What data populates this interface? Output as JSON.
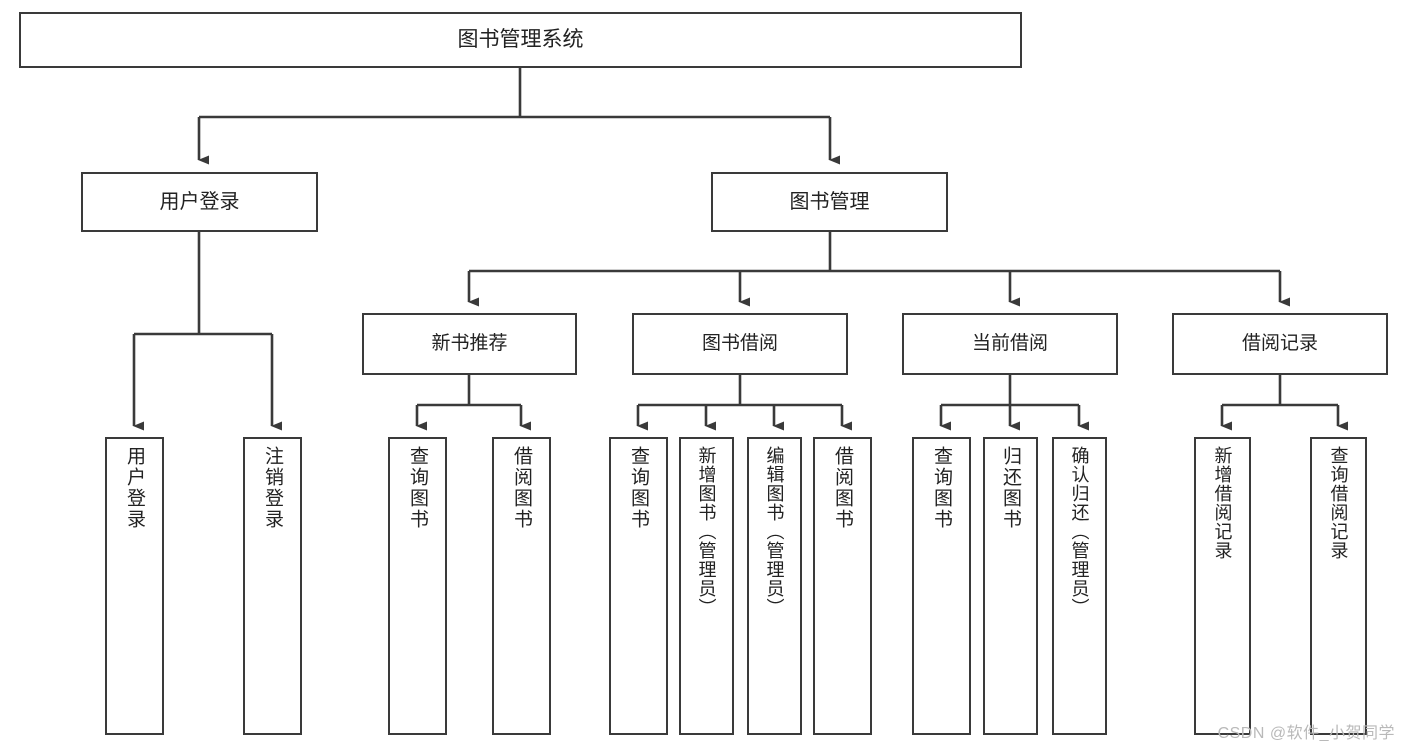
{
  "diagram": {
    "title": "图书管理系统",
    "watermark": "CSDN @软件_小贺同学",
    "accent_color": "#3a3a3a",
    "background_color": "#ffffff",
    "nodes": {
      "root": "图书管理系统",
      "branch_user_login": "用户登录",
      "branch_book_manage": "图书管理",
      "group_new_book": "新书推荐",
      "group_book_borrow": "图书借阅",
      "group_current_borrow": "当前借阅",
      "group_borrow_record": "借阅记录",
      "leaf_user_login": "用户登录",
      "leaf_user_logout": "注销登录",
      "leaf_nb_query": "查询图书",
      "leaf_nb_borrow": "借阅图书",
      "leaf_bb_query": "查询图书",
      "leaf_bb_add": "新增图书（管理员）",
      "leaf_bb_edit": "编辑图书（管理员）",
      "leaf_bb_borrow": "借阅图书",
      "leaf_cb_query": "查询图书",
      "leaf_cb_return": "归还图书",
      "leaf_cb_confirm": "确认归还（管理员）",
      "leaf_br_add": "新增借阅记录",
      "leaf_br_query": "查询借阅记录"
    },
    "hierarchy": {
      "图书管理系统": [
        "用户登录",
        "图书管理"
      ],
      "用户登录": [
        "用户登录",
        "注销登录"
      ],
      "图书管理": [
        "新书推荐",
        "图书借阅",
        "当前借阅",
        "借阅记录"
      ],
      "新书推荐": [
        "查询图书",
        "借阅图书"
      ],
      "图书借阅": [
        "查询图书",
        "新增图书（管理员）",
        "编辑图书（管理员）",
        "借阅图书"
      ],
      "当前借阅": [
        "查询图书",
        "归还图书",
        "确认归还（管理员）"
      ],
      "借阅记录": [
        "新增借阅记录",
        "查询借阅记录"
      ]
    }
  }
}
